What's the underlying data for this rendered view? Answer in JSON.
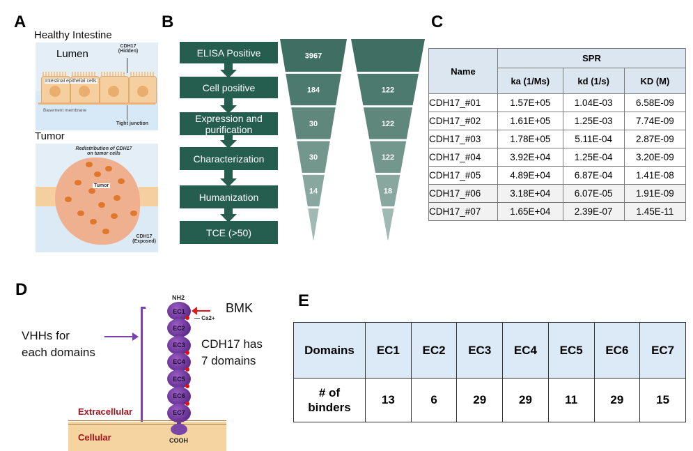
{
  "panels": {
    "a": {
      "letter": "A",
      "healthy_title": "Healthy Intestine",
      "tumor_title": "Tumor",
      "healthy_labels": {
        "lumen": "Lumen",
        "cdh17_hidden_line1": "CDH17",
        "cdh17_hidden_line2": "(Hidden)",
        "epithelial": "Intestinal epithelial cells",
        "basement": "Basement membrane",
        "tight_junction": "Tight junction"
      },
      "tumor_labels": {
        "redistribution_line1": "Redistribution of CDH17",
        "redistribution_line2": "on tumor cells",
        "tumor": "Tumor",
        "cdh17_exposed_line1": "CDH17",
        "cdh17_exposed_line2": "(Exposed)"
      }
    },
    "b": {
      "letter": "B",
      "steps": [
        "ELISA Positive",
        "Cell positive",
        "Expression and purification",
        "Characterization",
        "Humanization",
        "TCE (>50)"
      ],
      "funnel1": [
        "3967",
        "184",
        "30",
        "30",
        "14",
        ""
      ],
      "funnel2": [
        "",
        "122",
        "122",
        "122",
        "18",
        ""
      ],
      "colors": [
        "#3f6e62",
        "#4d7a6e",
        "#5f877c",
        "#73978d",
        "#88a79f",
        "#a0b9b3"
      ],
      "box_color": "#255e4f"
    },
    "c": {
      "letter": "C",
      "header_name": "Name",
      "header_group": "SPR",
      "columns": [
        "ka (1/Ms)",
        "kd (1/s)",
        "KD (M)"
      ],
      "rows": [
        [
          "CDH17_#01",
          "1.57E+05",
          "1.04E-03",
          "6.58E-09"
        ],
        [
          "CDH17_#02",
          "1.61E+05",
          "1.25E-03",
          "7.74E-09"
        ],
        [
          "CDH17_#03",
          "1.78E+05",
          "5.11E-04",
          "2.87E-09"
        ],
        [
          "CDH17_#04",
          "3.92E+04",
          "1.25E-04",
          "3.20E-09"
        ],
        [
          "CDH17_#05",
          "4.89E+04",
          "6.87E-04",
          "1.41E-08"
        ],
        [
          "CDH17_#06",
          "3.18E+04",
          "6.07E-05",
          "1.91E-09"
        ],
        [
          "CDH17_#07",
          "1.65E+04",
          "2.39E-07",
          "1.45E-11"
        ]
      ]
    },
    "d": {
      "letter": "D",
      "vhh_line1": "VHHs for",
      "vhh_line2": "each domains",
      "bmk": "BMK",
      "cdh17_line1": "CDH17 has",
      "cdh17_line2": "7  domains",
      "nh2": "NH2",
      "cooh": "COOH",
      "ca": "Ca2+",
      "extracellular": "Extracellular",
      "cellular": "Cellular",
      "domains": [
        "EC1",
        "EC2",
        "EC3",
        "EC4",
        "EC5",
        "EC6",
        "EC7"
      ]
    },
    "e": {
      "letter": "E",
      "header_label": "Domains",
      "row_label_line1": "# of",
      "row_label_line2": "binders",
      "domains": [
        "EC1",
        "EC2",
        "EC3",
        "EC4",
        "EC5",
        "EC6",
        "EC7"
      ],
      "binders": [
        "13",
        "6",
        "29",
        "29",
        "11",
        "29",
        "15"
      ]
    }
  }
}
